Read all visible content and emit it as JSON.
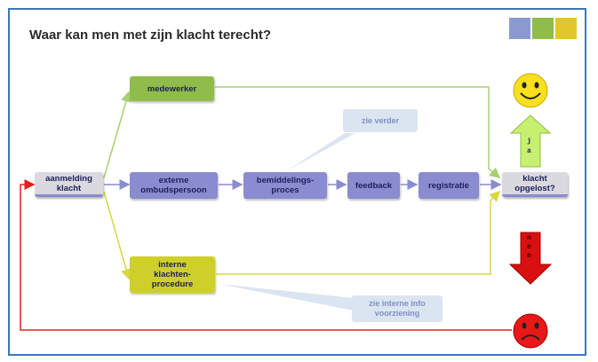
{
  "title": "Waar kan men met zijn klacht terecht?",
  "colors": {
    "frame": "#3b78b8",
    "green": "#8fbc4a",
    "yellow": "#cfcf2a",
    "purple": "#8a8ccf",
    "red": "#e01010",
    "line_green": "#a8cf70",
    "line_yellow": "#d8d840",
    "line_purple": "#8a8ccf",
    "line_red": "#e02020"
  },
  "deco_squares": [
    "#8a9ad0",
    "#8fbc4a",
    "#e0c82a"
  ],
  "nodes": {
    "aanmelding": "aanmelding\nklacht",
    "medewerker": "medewerker",
    "externe": "externe\nombudspersoon",
    "bemiddeling": "bemiddelings-\nproces",
    "feedback": "feedback",
    "registratie": "registratie",
    "interne": "interne\nklachten-\nprocedure",
    "opgelost": "klacht\nopgelost?"
  },
  "callouts": {
    "zie_verder": "zie verder",
    "zie_interne": "zie interne info\nvoorziening"
  },
  "arrows": {
    "ja": "j\na",
    "nee": "n\ne\ne"
  },
  "faces": {
    "happy": "smiley-happy-icon",
    "sad": "smiley-sad-icon"
  }
}
